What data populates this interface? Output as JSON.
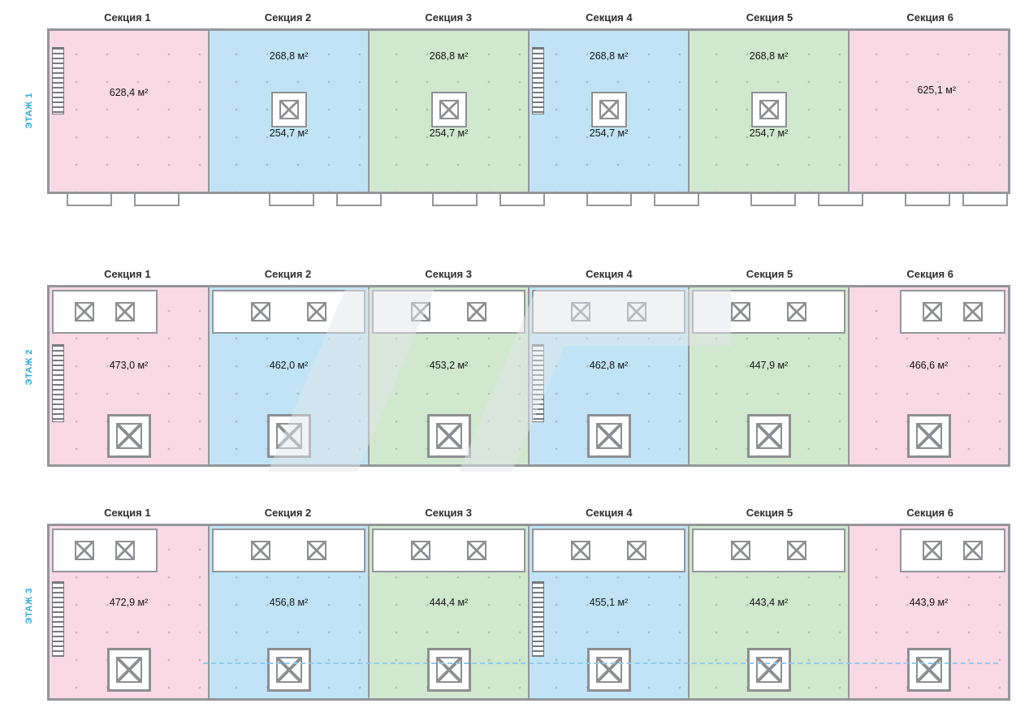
{
  "document": {
    "type": "building-floor-plans",
    "units_suffix": "м²"
  },
  "colors": {
    "unit_pink": "#f8d9e4",
    "unit_blue": "#c0e4f6",
    "unit_green": "#d0e8ce",
    "wall_gray": "#94969a",
    "floor_label_blue": "#29a8e0",
    "background": "#ffffff"
  },
  "watermark_icon": "developer-logo-watermark",
  "floors": [
    {
      "label": "ЭТАЖ 1",
      "sections": [
        {
          "name": "Секция 1",
          "color": "pink",
          "areas": [
            "628,4 м²"
          ]
        },
        {
          "name": "Секция 2",
          "color": "blue",
          "areas": [
            "268,8 м²",
            "254,7 м²"
          ]
        },
        {
          "name": "Секция 3",
          "color": "green",
          "areas": [
            "268,8 м²",
            "254,7 м²"
          ]
        },
        {
          "name": "Секция 4",
          "color": "blue",
          "areas": [
            "268,8 м²",
            "254,7 м²"
          ]
        },
        {
          "name": "Секция 5",
          "color": "green",
          "areas": [
            "268,8 м²",
            "254,7 м²"
          ]
        },
        {
          "name": "Секция 6",
          "color": "pink",
          "areas": [
            "625,1 м²"
          ]
        }
      ]
    },
    {
      "label": "ЭТАЖ 2",
      "sections": [
        {
          "name": "Секция 1",
          "color": "pink",
          "areas": [
            "473,0 м²"
          ]
        },
        {
          "name": "Секция 2",
          "color": "blue",
          "areas": [
            "462,0 м²"
          ]
        },
        {
          "name": "Секция 3",
          "color": "green",
          "areas": [
            "453,2 м²"
          ]
        },
        {
          "name": "Секция 4",
          "color": "blue",
          "areas": [
            "462,8 м²"
          ]
        },
        {
          "name": "Секция 5",
          "color": "green",
          "areas": [
            "447,9 м²"
          ]
        },
        {
          "name": "Секция 6",
          "color": "pink",
          "areas": [
            "466,6 м²"
          ]
        }
      ]
    },
    {
      "label": "ЭТАЖ 3",
      "sections": [
        {
          "name": "Секция 1",
          "color": "pink",
          "areas": [
            "472,9 м²"
          ]
        },
        {
          "name": "Секция 2",
          "color": "blue",
          "areas": [
            "456,8 м²"
          ]
        },
        {
          "name": "Секция 3",
          "color": "green",
          "areas": [
            "444,4 м²"
          ]
        },
        {
          "name": "Секция 4",
          "color": "blue",
          "areas": [
            "455,1 м²"
          ]
        },
        {
          "name": "Секция 5",
          "color": "green",
          "areas": [
            "443,4 м²"
          ]
        },
        {
          "name": "Секция 6",
          "color": "pink",
          "areas": [
            "443,9 м²"
          ]
        }
      ]
    }
  ]
}
